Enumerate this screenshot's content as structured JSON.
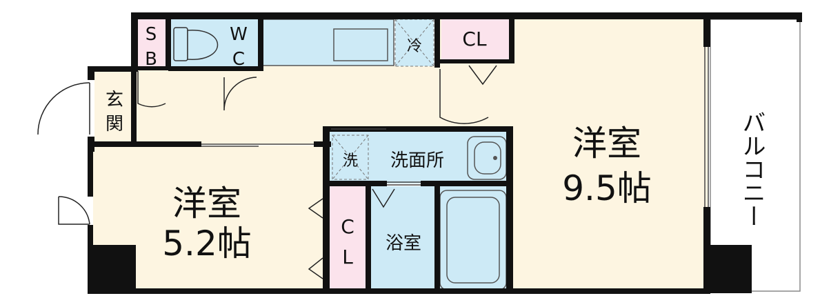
{
  "rooms": {
    "western_large": {
      "label": "洋室",
      "size": "9.5帖"
    },
    "western_small": {
      "label": "洋室",
      "size": "5.2帖"
    },
    "washroom": {
      "label": "洗面所"
    },
    "bathroom": {
      "label": "浴室"
    },
    "entrance": {
      "label_top": "玄",
      "label_bottom": "関"
    },
    "balcony": {
      "label": "バルコニー"
    },
    "shoe_box": {
      "label_top": "S",
      "label_bottom": "B"
    },
    "toilet": {
      "label_top": "W",
      "label_bottom": "C"
    },
    "closet_top": {
      "label": "CL"
    },
    "closet_mid": {
      "label_top": "C",
      "label_bottom": "L"
    },
    "fridge": {
      "label": "冷"
    },
    "washer": {
      "label": "洗"
    }
  },
  "colors": {
    "wall": "#111111",
    "floor_room": "#fdf5e1",
    "water_area": "#cdeaf6",
    "closet": "#fbe3ec",
    "balcony": "#ffffff"
  }
}
